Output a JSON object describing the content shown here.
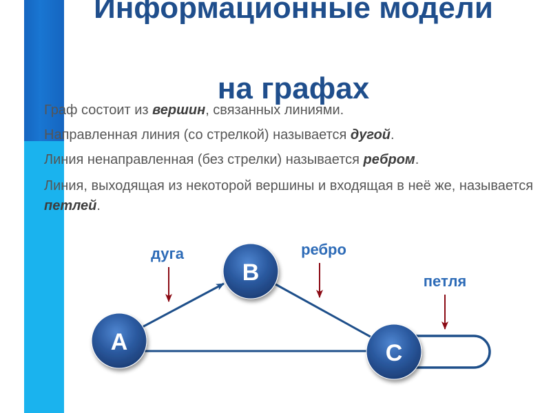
{
  "title": {
    "line1": "Информационные модели",
    "line2": "на графах"
  },
  "paragraphs": [
    {
      "before": "Граф состоит из ",
      "term": "вершин",
      "after": ", связанных линиями."
    },
    {
      "before": "Направленная линия (со стрелкой) называется ",
      "term": "дугой",
      "after": "."
    },
    {
      "before": "Линия ненаправленная (без стрелки) называется ",
      "term": "ребром",
      "after": "."
    },
    {
      "before": "Линия, выходящая из некоторой вершины и входящая в неё же, называется ",
      "term": "петлей",
      "after": "."
    }
  ],
  "graph": {
    "nodes": {
      "a": "A",
      "b": "B",
      "c": "C"
    },
    "labels": {
      "arc": "дуга",
      "edge": "ребро",
      "loop": "петля"
    }
  },
  "colors": {
    "title": "#1f4e8c",
    "node": "#2b5aa0",
    "line": "#1e4f8a",
    "label": "#2d6bb7",
    "pointer": "#8b0a14",
    "sidebar_dark": "#1565c0",
    "sidebar_light": "#1ab3ee"
  }
}
